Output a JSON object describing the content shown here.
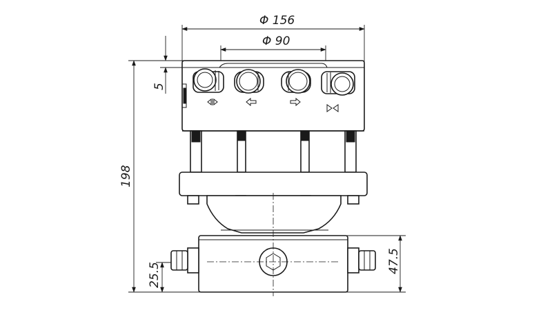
{
  "dimensions": {
    "outer_diameter": "Φ 156",
    "inner_diameter": "Φ 90",
    "top_offset": "5",
    "total_height": "198",
    "port_height": "25.5",
    "bottom_block_height": "47.5"
  },
  "port_symbols": [
    "open-valve",
    "arrow-left",
    "arrow-right",
    "close-valve"
  ],
  "colors": {
    "line": "#1a1a1a",
    "background": "#ffffff"
  }
}
